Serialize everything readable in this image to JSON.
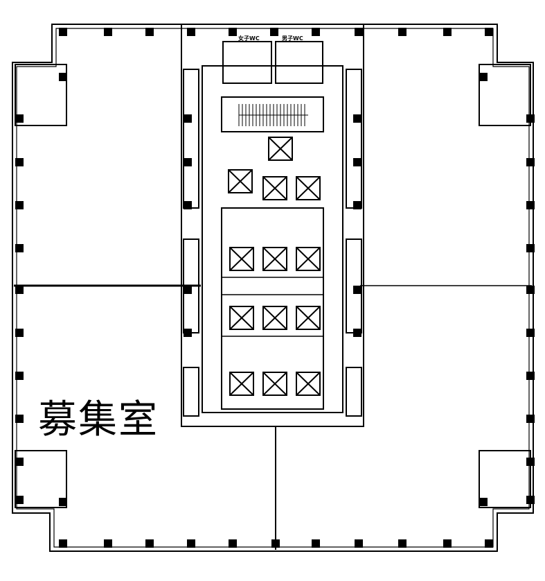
{
  "plan": {
    "vacancy_label": "募集室",
    "wc_women": "女子WC",
    "wc_men": "男子WC"
  },
  "colors": {
    "line": "#000000",
    "background": "#ffffff"
  }
}
